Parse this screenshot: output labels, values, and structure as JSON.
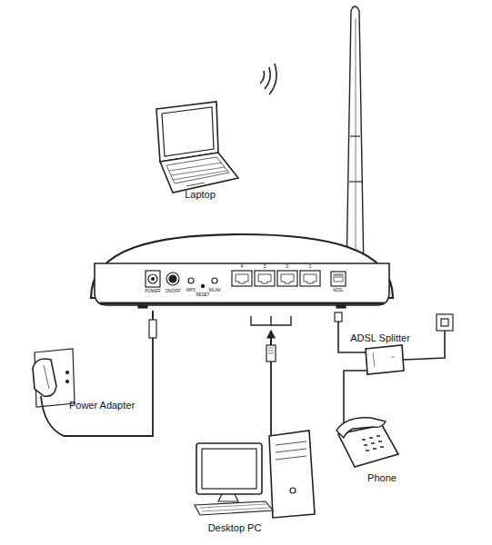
{
  "diagram": {
    "labels": [
      "Laptop",
      "POWER",
      "ON/OFF",
      "WPS",
      "RESET",
      "WLAN",
      "4",
      "3",
      "2",
      "1",
      "ADSL",
      "ADSL Splitter",
      "Power Adapter",
      "Desktop PC",
      "Phone"
    ]
  }
}
